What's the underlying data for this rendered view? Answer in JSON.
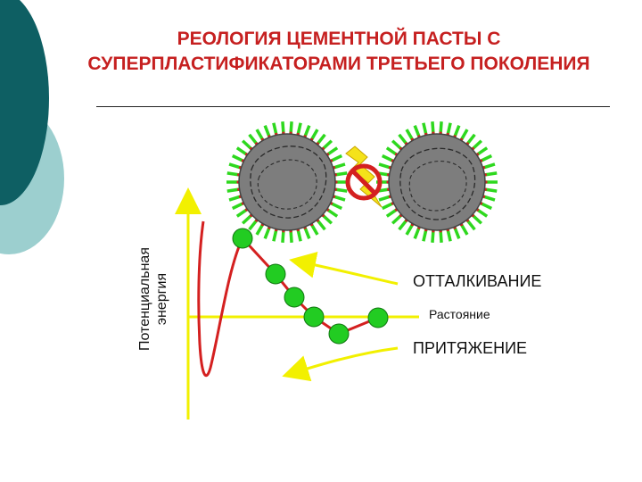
{
  "slide": {
    "title_line1": "РЕОЛОГИЯ ЦЕМЕНТНОЙ ПАСТЫ С",
    "title_line2": "СУПЕРПЛАСТИФИКАТОРАМИ ТРЕТЬЕГО ПОКОЛЕНИЯ"
  },
  "diagram": {
    "y_axis_label_line1": "Потенциальная",
    "y_axis_label_line2": "энергия",
    "x_axis_label": "Растояние",
    "repulsion_label": "ОТТАЛКИВАНИЕ",
    "attraction_label": "ПРИТЯЖЕНИЕ",
    "colors": {
      "title": "#c62020",
      "axis": "#f2f000",
      "curve": "#d42020",
      "points": "#22cc22",
      "particle": "#7d7d7d",
      "hairs": "#2ed81e",
      "no_sign": "#d42020",
      "lightning": "#f4e21a",
      "decor_dark": "#0e5f63",
      "decor_light": "#9ccfcf"
    },
    "icons": [
      "lightning-bolt-icon",
      "no-sign-icon"
    ]
  }
}
